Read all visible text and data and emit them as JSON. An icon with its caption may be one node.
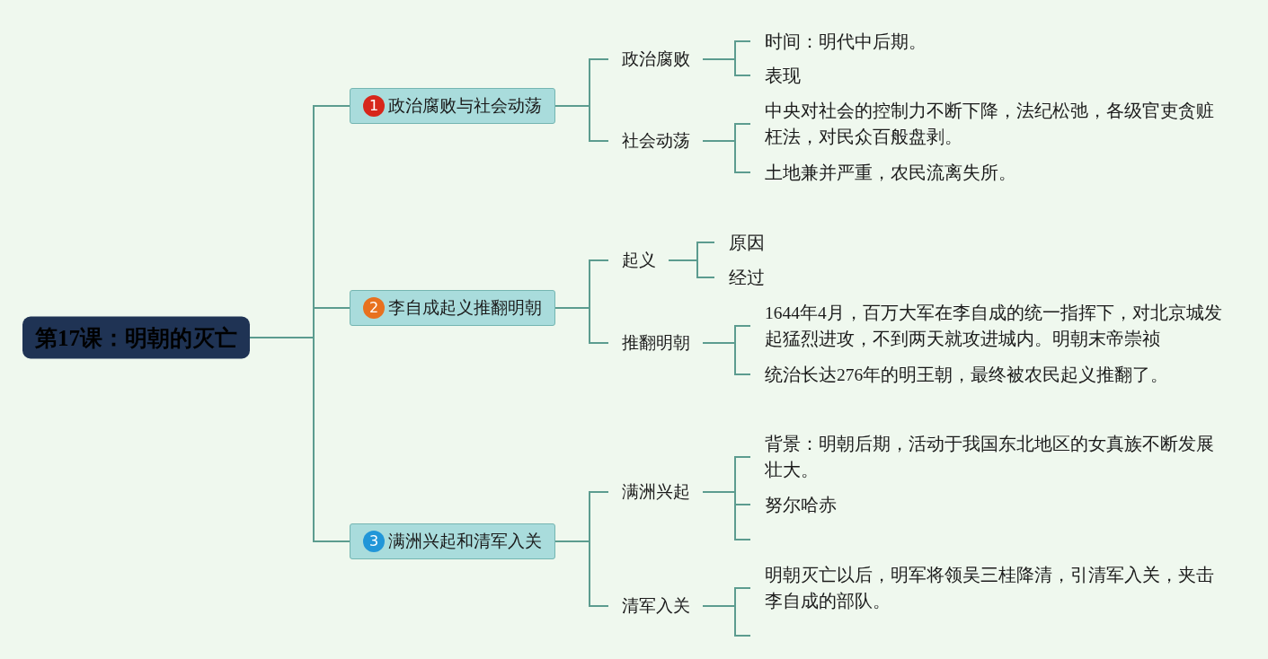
{
  "diagram": {
    "nodes": [
      {
        "text": [
          "第17课：明朝的灭亡"
        ]
      },
      {
        "text": [
          "1",
          "政治腐败与社会动荡"
        ]
      },
      {
        "text": [
          "政治腐败"
        ]
      },
      {
        "text": [
          "时间：明代中后期。"
        ]
      },
      {
        "text": [
          "表现"
        ]
      },
      {
        "text": [
          "社会动荡"
        ]
      },
      {
        "text": [
          "中央对社会的控制力不断下降，法纪松弛，各级官吏贪赃枉法，对民众百般盘剥。"
        ]
      },
      {
        "text": [
          "土地兼并严重，农民流离失所。"
        ]
      },
      {
        "text": [
          "2",
          "李自成起义推翻明朝"
        ]
      },
      {
        "text": [
          "起义"
        ]
      },
      {
        "text": [
          "原因"
        ]
      },
      {
        "text": [
          "经过"
        ]
      },
      {
        "text": [
          "推翻明朝"
        ]
      },
      {
        "text": [
          "1644年4月，百万大军在李自成的统一指挥下，对北京城发起猛烈进攻，不到两天就攻进城内。明朝末帝崇祯"
        ]
      },
      {
        "text": [
          "统治长达276年的明王朝，最终被农民起义推翻了。"
        ]
      },
      {
        "text": [
          "3",
          "满洲兴起和清军入关"
        ]
      },
      {
        "text": [
          "满洲兴起"
        ]
      },
      {
        "text": [
          "背景：明朝后期，活动于我国东北地区的女真族不断发展壮大。"
        ]
      },
      {
        "text": [
          "努尔哈赤"
        ]
      },
      {
        "text": [
          "清军入关"
        ]
      },
      {
        "text": [
          "明朝灭亡以后，明军将领吴三桂降清，引清军入关，夹击李自成的部队。"
        ]
      }
    ],
    "edges": [
      {
        "from": 0,
        "to": 1,
        "arrow": "none"
      },
      {
        "from": 0,
        "to": 8,
        "arrow": "none"
      },
      {
        "from": 0,
        "to": 15,
        "arrow": "none"
      },
      {
        "from": 1,
        "to": 2,
        "arrow": "none"
      },
      {
        "from": 1,
        "to": 5,
        "arrow": "none"
      },
      {
        "from": 2,
        "to": 3,
        "arrow": "none"
      },
      {
        "from": 2,
        "to": 4,
        "arrow": "none"
      },
      {
        "from": 5,
        "to": 6,
        "arrow": "none"
      },
      {
        "from": 5,
        "to": 7,
        "arrow": "none"
      },
      {
        "from": 8,
        "to": 9,
        "arrow": "none"
      },
      {
        "from": 8,
        "to": 12,
        "arrow": "none"
      },
      {
        "from": 9,
        "to": 10,
        "arrow": "none"
      },
      {
        "from": 9,
        "to": 11,
        "arrow": "none"
      },
      {
        "from": 12,
        "to": 13,
        "arrow": "none"
      },
      {
        "from": 12,
        "to": 14,
        "arrow": "none"
      },
      {
        "from": 15,
        "to": 16,
        "arrow": "none"
      },
      {
        "from": 15,
        "to": 19,
        "arrow": "none"
      },
      {
        "from": 16,
        "to": 17,
        "arrow": "none"
      },
      {
        "from": 16,
        "to": 18,
        "arrow": "none"
      },
      {
        "from": 16,
        "to": null,
        "arrow": "none"
      },
      {
        "from": 19,
        "to": 20,
        "arrow": "none"
      },
      {
        "from": 19,
        "to": null,
        "arrow": "none"
      }
    ]
  }
}
